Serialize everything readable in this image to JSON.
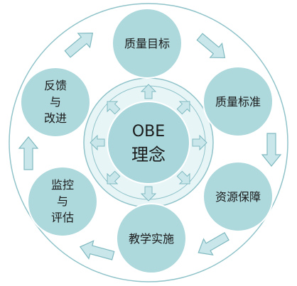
{
  "center": {
    "title": "OBE",
    "subtitle": "理念"
  },
  "nodes": [
    {
      "id": "quality-goal",
      "lines": [
        "质量目标"
      ]
    },
    {
      "id": "quality-standard",
      "lines": [
        "质量标准"
      ]
    },
    {
      "id": "resource-guarantee",
      "lines": [
        "资源保障"
      ]
    },
    {
      "id": "teaching-implementation",
      "lines": [
        "教学实施"
      ]
    },
    {
      "id": "monitor-evaluate",
      "lines": [
        "监控",
        "与",
        "评估"
      ]
    },
    {
      "id": "feedback-improve",
      "lines": [
        "反馈",
        "与",
        "改进"
      ]
    }
  ],
  "colors": {
    "node_fill": "#add8dc",
    "node_fill_light": "#c6e6ea",
    "ring_stroke": "#8fc3c9",
    "arrow_fill": "#c9e7eb",
    "arrow_stroke": "#7fb9c0",
    "center_fill": "#a9d6db",
    "center_ring_fill": "#e8f5f7"
  }
}
